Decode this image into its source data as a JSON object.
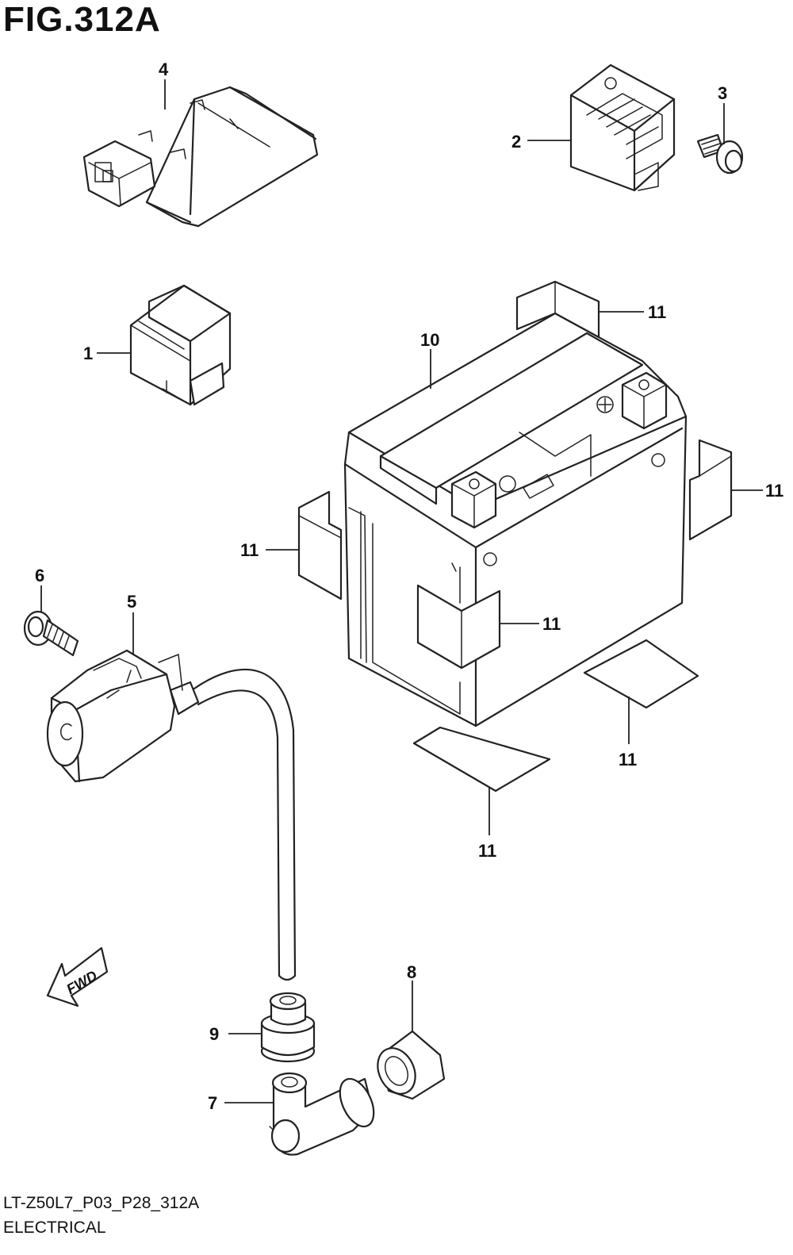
{
  "figure": {
    "title": "FIG.312A",
    "code": "LT-Z50L7_P03_P28_312A",
    "section": "ELECTRICAL",
    "fwd_label": "FWD"
  },
  "callouts": {
    "c1": "1",
    "c2": "2",
    "c3": "3",
    "c4": "4",
    "c5": "5",
    "c6": "6",
    "c7": "7",
    "c8": "8",
    "c9": "9",
    "c10": "10",
    "c11a": "11",
    "c11b": "11",
    "c11c": "11",
    "c11d": "11",
    "c11e": "11",
    "c11f": "11"
  }
}
